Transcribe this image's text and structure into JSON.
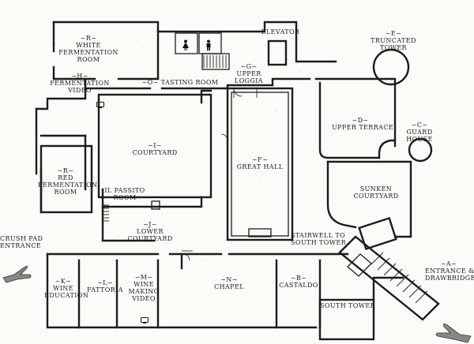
{
  "map": {
    "rooms": {
      "white_fermentation": [
        "~R~",
        "White",
        "Fermentation",
        "Room"
      ],
      "fermentation_video": [
        "~H~",
        "Fermentation",
        "Video"
      ],
      "tasting_room": [
        "~O~ Tasting Room"
      ],
      "upper_loggia": [
        "~G~",
        "Upper",
        "Loggia"
      ],
      "elevator": [
        "Elevator"
      ],
      "truncated_tower": [
        "~E~",
        "Truncated",
        "Tower"
      ],
      "courtyard": [
        "~I~",
        "Courtyard"
      ],
      "great_hall": [
        "~F~",
        "Great Hall"
      ],
      "upper_terrace": [
        "~D~",
        "Upper Terrace"
      ],
      "guard_house": [
        "~C~",
        "Guard",
        "House"
      ],
      "red_fermentation": [
        "~R~",
        "Red",
        "Fermentation",
        "Room"
      ],
      "il_passito": [
        "Il Passito",
        "Room"
      ],
      "sunken_courtyard": [
        "Sunken",
        "Courtyard"
      ],
      "lower_courtyard": [
        "~J~",
        "Lower",
        "Courtyard"
      ],
      "crush_pad": [
        "Crush Pad",
        "Entrance"
      ],
      "stairwell": [
        "Stairwell to",
        "South Tower"
      ],
      "entrance_drawbridge": [
        "~A~",
        "Entrance &",
        "Drawbridge"
      ],
      "wine_education": [
        "~K~",
        "Wine",
        "Education"
      ],
      "fattoria": [
        "~L~",
        "Fattoria"
      ],
      "wine_making_video": [
        "~M~",
        "Wine",
        "Making",
        "Video"
      ],
      "chapel": [
        "~N~",
        "Chapel"
      ],
      "castaldo": [
        "~B~",
        "Castaldo"
      ],
      "south_tower": [
        "South Tower"
      ]
    },
    "icons": [
      "restroom-women-icon",
      "restroom-men-icon",
      "video-screen-icon",
      "pointing-hand-icon"
    ]
  }
}
